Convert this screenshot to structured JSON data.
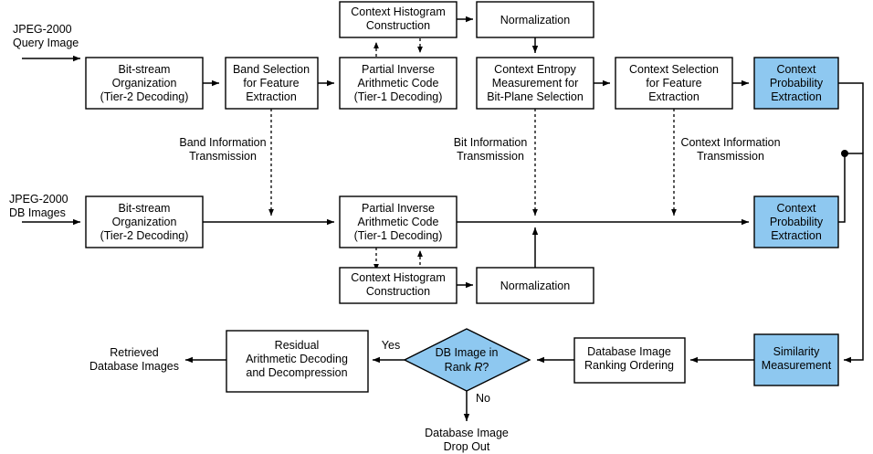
{
  "diagram": {
    "title": "JPEG-2000 compressed-domain image retrieval flow",
    "colors": {
      "node_blue": "#8ec8f0",
      "node_white": "#ffffff",
      "stroke": "#000000"
    },
    "inputs": {
      "query_image": {
        "line1": "JPEG-2000",
        "line2": "Query Image"
      },
      "db_images": {
        "line1": "JPEG-2000",
        "line2": "DB Images"
      },
      "retrieved": {
        "line1": "Retrieved",
        "line2": "Database Images"
      },
      "dropout": {
        "line1": "Database Image",
        "line2": "Drop Out"
      }
    },
    "nodes": {
      "q_bitstream": {
        "line1": "Bit-stream",
        "line2": "Organization",
        "line3": "(Tier-2 Decoding)"
      },
      "band_selection": {
        "line1": "Band Selection",
        "line2": "for Feature",
        "line3": "Extraction"
      },
      "q_partial_inverse": {
        "line1": "Partial Inverse",
        "line2": "Arithmetic Code",
        "line3": "(Tier-1 Decoding)"
      },
      "q_hist": {
        "line1": "Context Histogram",
        "line2": "Construction"
      },
      "q_norm": {
        "line1": "Normalization"
      },
      "entropy": {
        "line1": "Context Entropy",
        "line2": "Measurement for",
        "line3": "Bit-Plane Selection"
      },
      "context_selection": {
        "line1": "Context Selection",
        "line2": "for Feature",
        "line3": "Extraction"
      },
      "q_ctx_prob": {
        "line1": "Context",
        "line2": "Probability",
        "line3": "Extraction"
      },
      "db_bitstream": {
        "line1": "Bit-stream",
        "line2": "Organization",
        "line3": "(Tier-2 Decoding)"
      },
      "db_partial_inverse": {
        "line1": "Partial Inverse",
        "line2": "Arithmetic Code",
        "line3": "(Tier-1 Decoding)"
      },
      "db_hist": {
        "line1": "Context Histogram",
        "line2": "Construction"
      },
      "db_norm": {
        "line1": "Normalization"
      },
      "db_ctx_prob": {
        "line1": "Context",
        "line2": "Probability",
        "line3": "Extraction"
      },
      "similarity": {
        "line1": "Similarity",
        "line2": "Measurement"
      },
      "ranking": {
        "line1": "Database Image",
        "line2": "Ranking Ordering"
      },
      "residual": {
        "line1": "Residual",
        "line2": "Arithmetic Decoding",
        "line3": "and Decompression"
      }
    },
    "decision": {
      "line1": "DB Image in",
      "line2_prefix": "Rank ",
      "line2_var": "R",
      "line2_suffix": "?",
      "yes_label": "Yes",
      "no_label": "No"
    },
    "transmissions": {
      "band": {
        "line1": "Band Information",
        "line2": "Transmission"
      },
      "bit": {
        "line1": "Bit Information",
        "line2": "Transmission"
      },
      "context": {
        "line1": "Context Information",
        "line2": "Transmission"
      }
    }
  }
}
